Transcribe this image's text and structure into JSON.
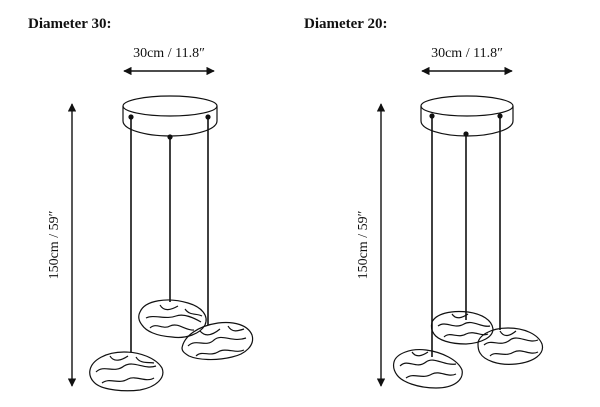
{
  "panels": [
    {
      "title": "Diameter 30:",
      "width_label": "30cm / 11.8″",
      "height_label": "150cm / 59″"
    },
    {
      "title": "Diameter 20:",
      "width_label": "30cm / 11.8″",
      "height_label": "150cm / 59″"
    }
  ],
  "colors": {
    "line": "#111111",
    "background": "#ffffff"
  }
}
